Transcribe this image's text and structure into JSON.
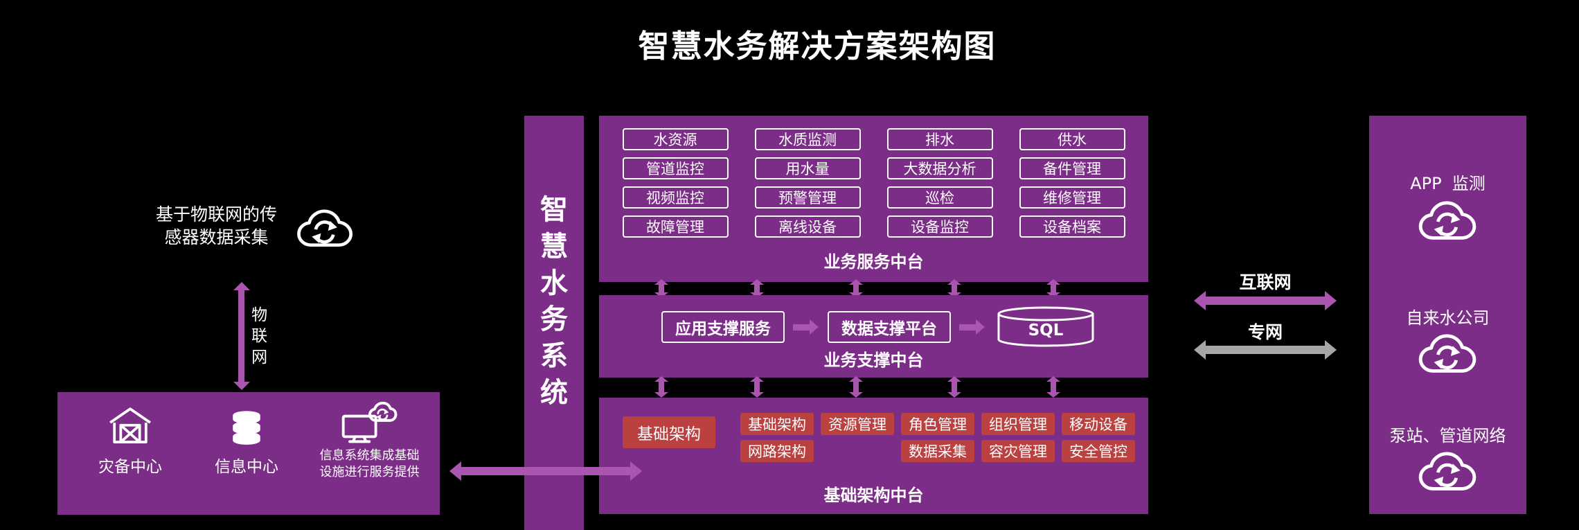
{
  "title": "智慧水务解决方案架构图",
  "colors": {
    "background": "#000000",
    "panel_purple": "#7c2d87",
    "arrow_purple": "#aa55b0",
    "box_red": "#bb4040",
    "arrow_gray": "#a6a6a6",
    "text_white": "#ffffff"
  },
  "left": {
    "caption_line1": "基于物联网的传",
    "caption_line2": "感器数据采集",
    "arrow_label": "物联网",
    "datacenter": {
      "items": [
        {
          "label": "灾备中心",
          "icon": "barn-icon"
        },
        {
          "label": "信息中心",
          "icon": "database-icon"
        },
        {
          "label_line1": "信息系统集成基础",
          "label_line2": "设施进行服务提供",
          "icon": "monitor-cloud-icon"
        }
      ]
    }
  },
  "system_bar": {
    "label": "智慧水务系统"
  },
  "business_service": {
    "title": "业务服务中台",
    "grid": [
      [
        "水资源",
        "水质监测",
        "排水",
        "供水"
      ],
      [
        "管道监控",
        "用水量",
        "大数据分析",
        "备件管理"
      ],
      [
        "视频监控",
        "预警管理",
        "巡检",
        "维修管理"
      ],
      [
        "故障管理",
        "离线设备",
        "设备监控",
        "设备档案"
      ]
    ]
  },
  "business_support": {
    "title": "业务支撑中台",
    "items": [
      "应用支撑服务",
      "数据支撑平台",
      "SQL"
    ]
  },
  "infrastructure": {
    "title": "基础架构中台",
    "big_box": "基础架构",
    "row1": [
      "基础架构",
      "资源管理",
      "角色管理",
      "组织管理",
      "移动设备"
    ],
    "row2": [
      "网路架构",
      "数据采集",
      "容灾管理",
      "安全管控"
    ]
  },
  "network": {
    "internet_label": "互联网",
    "private_label": "专网"
  },
  "right_panel": {
    "items": [
      {
        "label": "APP  监测",
        "icon": "cloud-sync-icon"
      },
      {
        "label": "自来水公司",
        "icon": "cloud-sync-icon"
      },
      {
        "label": "泵站、管道网络",
        "icon": "cloud-sync-icon"
      }
    ]
  }
}
